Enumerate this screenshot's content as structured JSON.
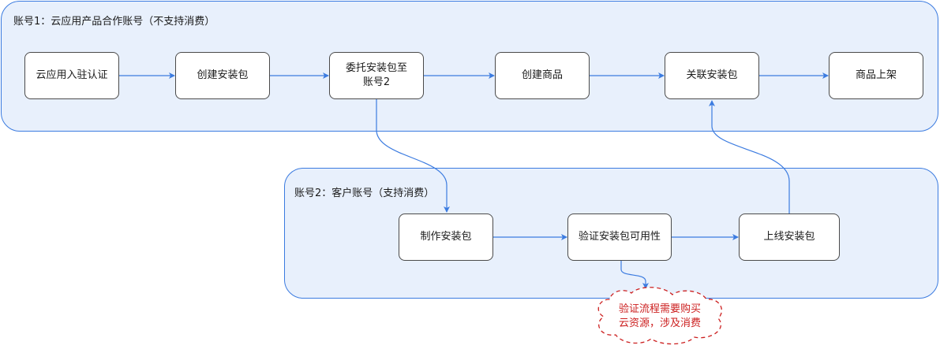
{
  "containers": {
    "account1": {
      "label": "账号1：云应用产品合作账号（不支持消费）"
    },
    "account2": {
      "label": "账号2：客户账号（支持消费）"
    }
  },
  "nodes": {
    "cloud_app_onboarding": "云应用入驻认证",
    "create_package_1": "创建安装包",
    "delegate_package": "委托安装包至\n账号2",
    "create_product": "创建商品",
    "link_package": "关联安装包",
    "product_listing": "商品上架",
    "make_package": "制作安装包",
    "verify_package": "验证安装包可用性",
    "publish_package": "上线安装包"
  },
  "note": {
    "text": "验证流程需要购买\n云资源，涉及消费"
  },
  "colors": {
    "container_fill": "#e8f0fc",
    "container_stroke": "#3b7be0",
    "edge": "#3b7be0",
    "note_stroke": "#cc1f1f",
    "note_text": "#cc1f1f"
  }
}
